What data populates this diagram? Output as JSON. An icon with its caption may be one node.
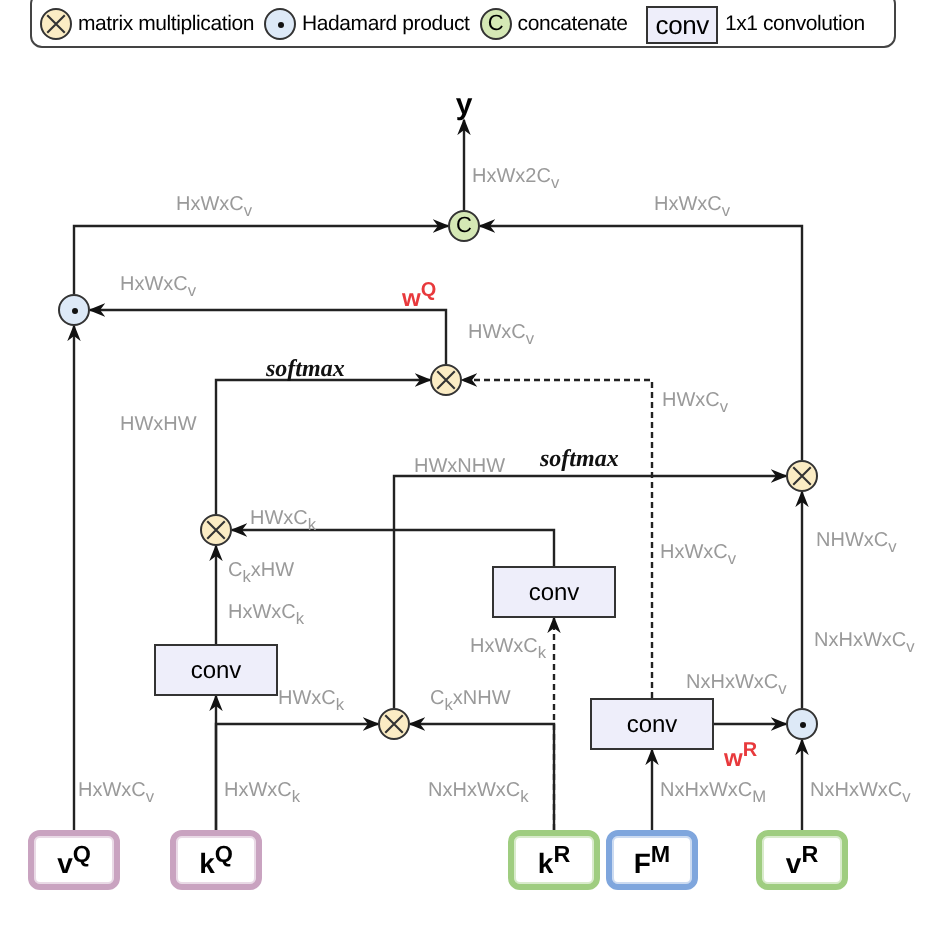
{
  "diagram": {
    "nodes": [
      {
        "text": [
          "y"
        ]
      },
      {
        "text": [
          "C"
        ]
      },
      {
        "text": [],
        "shape": "circle"
      },
      {
        "text": [],
        "shape": "circle"
      },
      {
        "text": [],
        "shape": "circle"
      },
      {
        "text": [
          "conv"
        ]
      },
      {
        "text": [],
        "shape": "circle"
      },
      {
        "text": [
          "conv"
        ]
      },
      {
        "text": [],
        "shape": "circle"
      },
      {
        "text": [
          "conv"
        ]
      },
      {
        "text": [],
        "shape": "circle"
      },
      {
        "text": [
          "v$^{Q}$"
        ]
      },
      {
        "text": [
          "k$^{Q}$"
        ]
      },
      {
        "text": [
          "k$^{R}$"
        ]
      },
      {
        "text": [
          "F$^{M}$"
        ]
      },
      {
        "text": [
          "v$^{R}$"
        ]
      }
    ],
    "edges": [
      {
        "from": 1,
        "to": 0,
        "arrow": "to",
        "label": "HxWx2C$_{v}$"
      },
      {
        "from": 2,
        "to": 1,
        "arrow": "to",
        "label": "HxWxC$_{v}$"
      },
      {
        "from": 8,
        "to": 1,
        "arrow": "to",
        "label": "HxWxC$_{v}$"
      },
      {
        "from": 3,
        "to": 2,
        "arrow": "to",
        "label": "HxWxC$_{v}$"
      },
      {
        "from": 11,
        "to": 2,
        "arrow": "to",
        "label": "HxWxC$_{v}$"
      },
      {
        "from": 4,
        "to": 3,
        "arrow": "to",
        "label": "softmax"
      },
      {
        "from": 9,
        "to": 3,
        "arrow": "to",
        "label": "HWxC$_{v}$",
        "style": "dashed"
      },
      {
        "from": 6,
        "to": 8,
        "arrow": "to",
        "label": "softmax"
      },
      {
        "from": 7,
        "to": 4,
        "arrow": "to",
        "label": "HWxC$_{k}$"
      },
      {
        "from": 5,
        "to": 4,
        "arrow": "to",
        "label": "C$_{k}$xHW"
      },
      {
        "from": 12,
        "to": 5,
        "arrow": "to",
        "label": "HxWxC$_{k}$"
      },
      {
        "from": 12,
        "to": 6,
        "arrow": "to",
        "label": "HWxC$_{k}$"
      },
      {
        "from": 13,
        "to": 6,
        "arrow": "to",
        "label": "C$_{k}$xNHW"
      },
      {
        "from": 13,
        "to": 7,
        "arrow": "to",
        "label": "HxWxC$_{k}$",
        "style": "dashed"
      },
      {
        "from": 14,
        "to": 9,
        "arrow": "to",
        "label": "NxHxWxC$_{M}$"
      },
      {
        "from": 9,
        "to": 10,
        "arrow": "to",
        "label": "w$^{R}$"
      },
      {
        "from": 15,
        "to": 10,
        "arrow": "to",
        "label": "NxHxWxC$_{v}$"
      },
      {
        "from": 10,
        "to": 8,
        "arrow": "to",
        "label": "NHWxC$_{v}$"
      }
    ],
    "labels": [
      "C",
      "conv",
      "w$^{Q}$",
      "HWxC$_{v}$",
      "HWxHW",
      "HWxNHW",
      "HxWxC$_{k}$",
      "HxWxC$_{v}$",
      "NxHxWxC$_{v}$",
      "NxHxWxC$_{k}$",
      "NxHxWxC$_{v}$"
    ],
    "legend": [
      {
        "text": "matrix multiplication"
      },
      {
        "text": "Hadamard product"
      },
      {
        "text": "concatenate"
      },
      {
        "text": "1x1 convolution"
      }
    ]
  }
}
